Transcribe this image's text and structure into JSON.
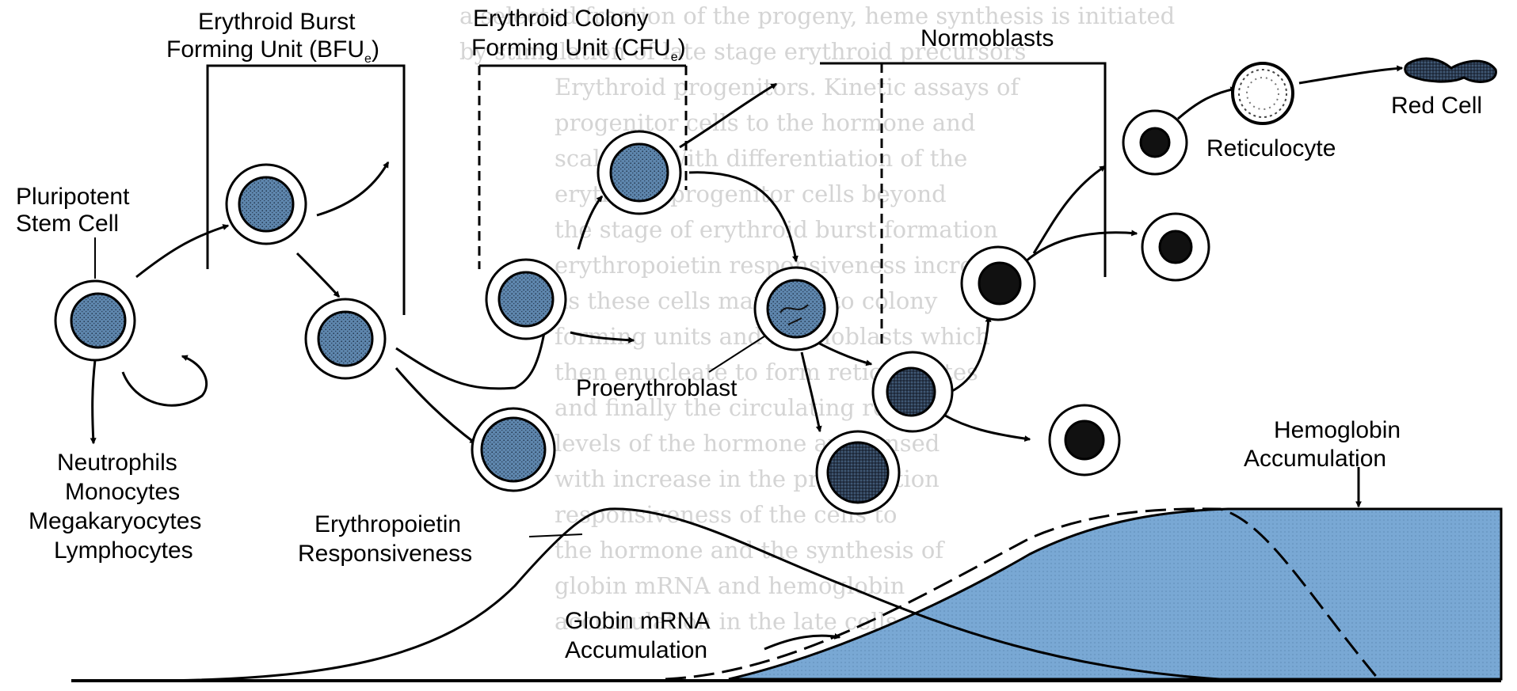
{
  "labels": {
    "bfu_line1": "Erythroid Burst",
    "bfu_line2": "Forming Unit (BFU",
    "bfu_sub": "e",
    "cfu_line1": "Erythroid Colony",
    "cfu_line2": "Forming Unit (CFU",
    "cfu_sub": "e",
    "normoblasts": "Normoblasts",
    "red_cell": "Red Cell",
    "reticulocyte": "Reticulocyte",
    "stem_line1": "Pluripotent",
    "stem_line2": "Stem Cell",
    "proerythroblast": "Proerythroblast",
    "lineage": [
      "Neutrophils",
      "Monocytes",
      "Megakaryocytes",
      "Lymphocytes"
    ],
    "epo_line1": "Erythropoietin",
    "epo_line2": "Responsiveness",
    "globin_line1": "Globin mRNA",
    "globin_line2": "Accumulation",
    "hb_line1": "Hemoglobin",
    "hb_line2": "Accumulation",
    "close_paren": ")"
  },
  "background_text": [
    "a selected fraction of the progeny, heme synthesis is initiated",
    "by stimulation of late stage erythroid precursors",
    "Erythroid progenitors. Kinetic assays of",
    "progenitor cells to the hormone and",
    "scalable. With differentiation of the",
    "erythroid progenitor cells beyond",
    "the stage of erythroid burst formation",
    "erythropoietin responsiveness increases",
    "as these cells mature into colony",
    "forming units and normoblasts which",
    "then enucleate to form reticulocytes",
    "and finally the circulating red cell",
    "levels of the hormone are sensed",
    "with increase in the proliferation",
    "responsiveness of the cells to",
    "the hormone and the synthesis of",
    "globin mRNA and hemoglobin",
    "accumulation in the late cells"
  ],
  "colors": {
    "cell_fill": "#5e86ad",
    "dark_nucleus": "#111111",
    "mid_nucleus": "#3d5168",
    "hemoglobin_area": "#79a8d4",
    "background_text": "#d4d4d4"
  }
}
